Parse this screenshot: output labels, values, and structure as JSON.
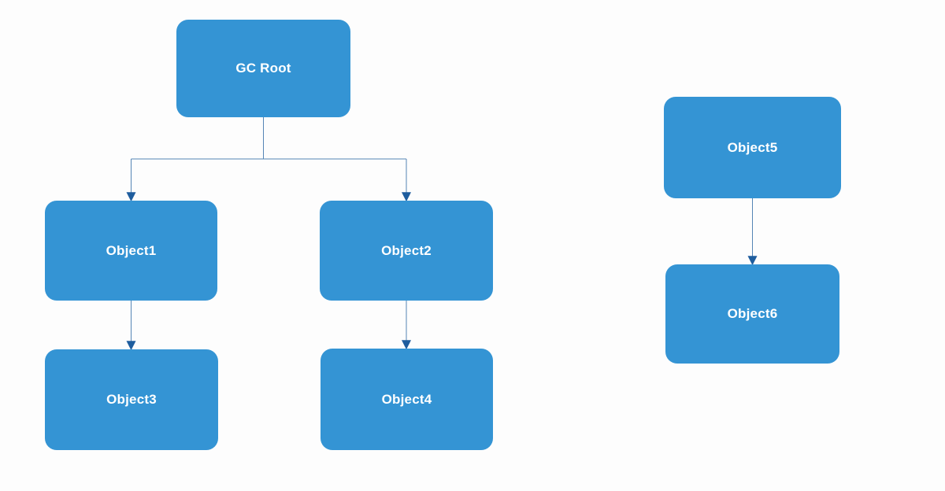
{
  "page": {
    "background_color": "#fdfdfd"
  },
  "diagram": {
    "type": "flowchart",
    "description": "Garbage collection reachability diagram: objects reachable from GC Root (Object1-Object4) and unreachable objects (Object5, Object6)",
    "colors": {
      "node_fill": "#3494d4",
      "node_text": "#ffffff",
      "connector_line": "#5585b5",
      "arrowhead": "#1e5d9e"
    },
    "nodes": [
      {
        "id": "gc-root",
        "label": "GC Root"
      },
      {
        "id": "object1",
        "label": "Object1"
      },
      {
        "id": "object2",
        "label": "Object2"
      },
      {
        "id": "object3",
        "label": "Object3"
      },
      {
        "id": "object4",
        "label": "Object4"
      },
      {
        "id": "object5",
        "label": "Object5"
      },
      {
        "id": "object6",
        "label": "Object6"
      }
    ],
    "edges": [
      {
        "from": "gc-root",
        "to": "object1",
        "style": "elbow-arrow"
      },
      {
        "from": "gc-root",
        "to": "object2",
        "style": "elbow-arrow"
      },
      {
        "from": "object1",
        "to": "object3",
        "style": "straight-arrow"
      },
      {
        "from": "object2",
        "to": "object4",
        "style": "straight-arrow"
      },
      {
        "from": "object5",
        "to": "object6",
        "style": "straight-arrow"
      }
    ]
  }
}
